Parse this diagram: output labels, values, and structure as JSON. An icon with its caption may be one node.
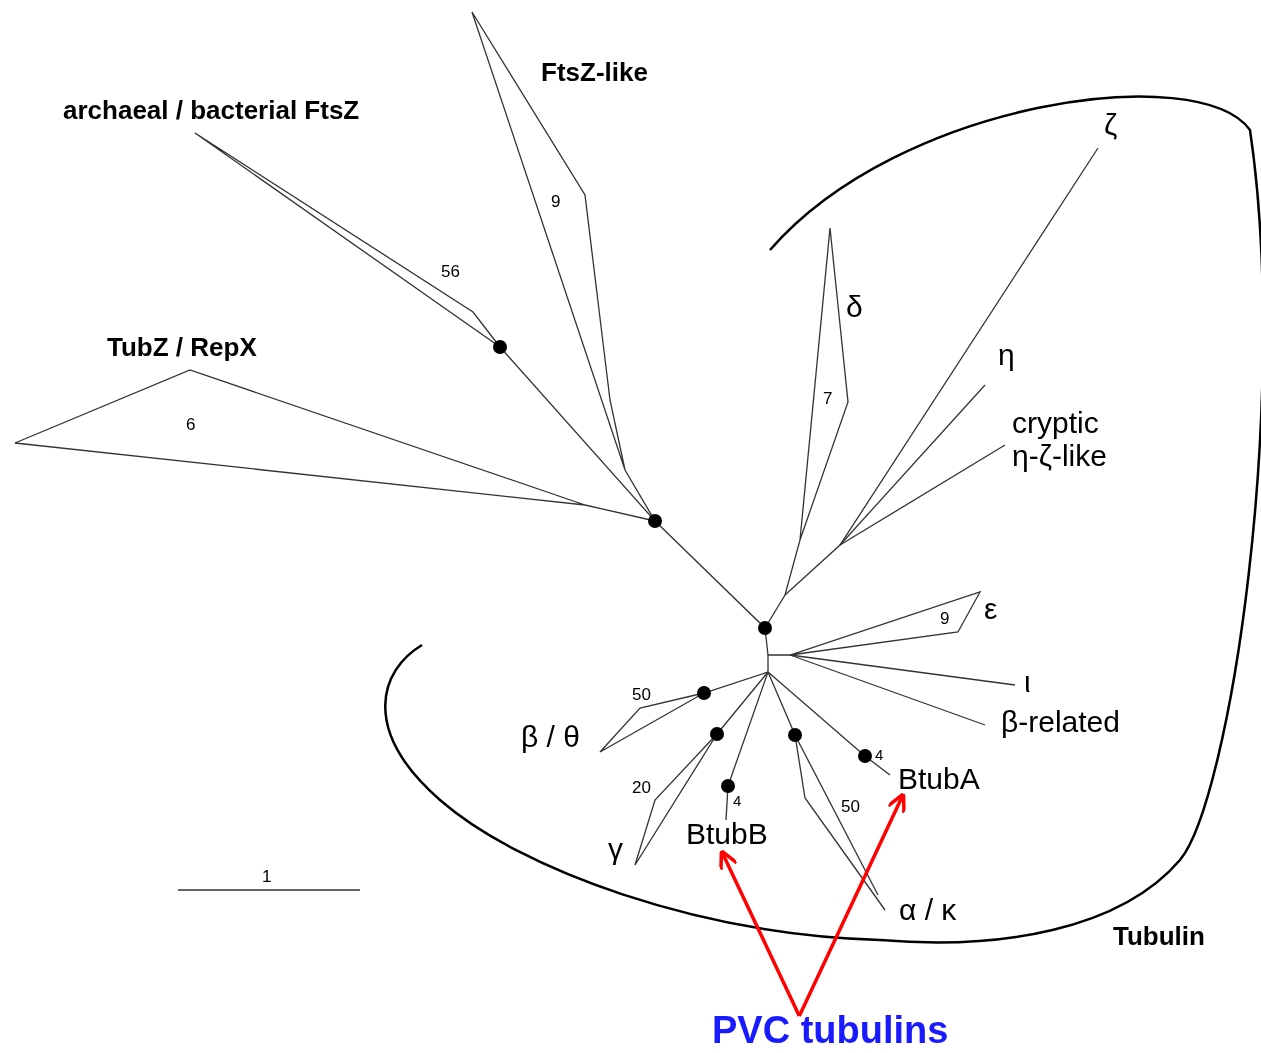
{
  "diagram": {
    "nodes": [
      {
        "text": [
          "BtubB"
        ]
      },
      {
        "text": [
          "BtubA"
        ]
      },
      {
        "text": [
          "PVC tubulins"
        ]
      }
    ],
    "edges": [
      {
        "from": 2,
        "to": 0,
        "arrow": "to",
        "color": "#ff0000"
      },
      {
        "from": 2,
        "to": 1,
        "arrow": "to",
        "color": "#ff0000"
      }
    ],
    "labels": [
      "FtsZ-like",
      "archaeal / bacterial FtsZ",
      "ζ",
      "9",
      "56",
      "δ",
      "TubZ / RepX",
      "η",
      "6",
      "7",
      "cryptic η-ζ-like",
      "ε",
      "9",
      "ι",
      "50",
      "β-related",
      "β / θ",
      "4",
      "20",
      "4",
      "50",
      "γ",
      "1",
      "α / κ",
      "Tubulin"
    ]
  }
}
